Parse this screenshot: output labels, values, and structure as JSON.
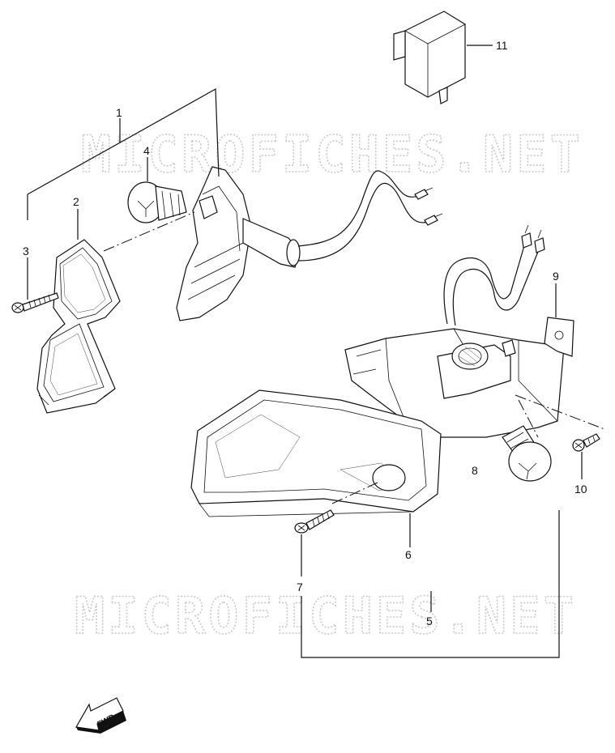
{
  "watermark": {
    "text": "MICROFICHES.NET"
  },
  "callouts": [
    {
      "id": "1",
      "label": "1"
    },
    {
      "id": "2",
      "label": "2"
    },
    {
      "id": "3",
      "label": "3"
    },
    {
      "id": "4",
      "label": "4"
    },
    {
      "id": "5",
      "label": "5"
    },
    {
      "id": "6",
      "label": "6"
    },
    {
      "id": "7",
      "label": "7"
    },
    {
      "id": "8",
      "label": "8"
    },
    {
      "id": "9",
      "label": "9"
    },
    {
      "id": "10",
      "label": "10"
    },
    {
      "id": "11",
      "label": "11"
    }
  ],
  "fwd_badge": {
    "label": "FWD"
  }
}
